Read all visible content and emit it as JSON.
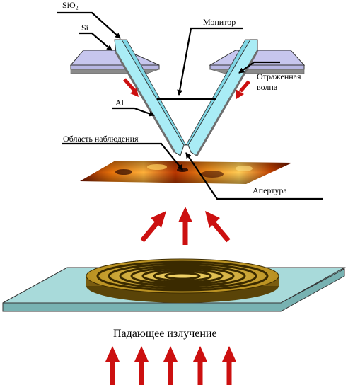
{
  "labels": {
    "sio2": "SiO₂",
    "si": "Si",
    "monitor": "Монитор",
    "reflected_wave_line1": "Отраженная",
    "reflected_wave_line2": "волна",
    "al": "Al",
    "observation_region": "Область наблюдения",
    "aperture": "Апертура",
    "incident_radiation": "Падающее излучение"
  },
  "colors": {
    "si_layer": "#c7c6ee",
    "si_shadow": "#8a8a8a",
    "sio2_probe": "#a9ecf5",
    "substrate_top": "#9fd2d2",
    "substrate_side": "#78b2b2",
    "arrow_red": "#cc1010",
    "grating_gold": "#d8b030",
    "field_orange": "#e67a10"
  },
  "icons": {
    "arrow": "red-arrow-icon",
    "leader": "leader-arrow-icon"
  }
}
